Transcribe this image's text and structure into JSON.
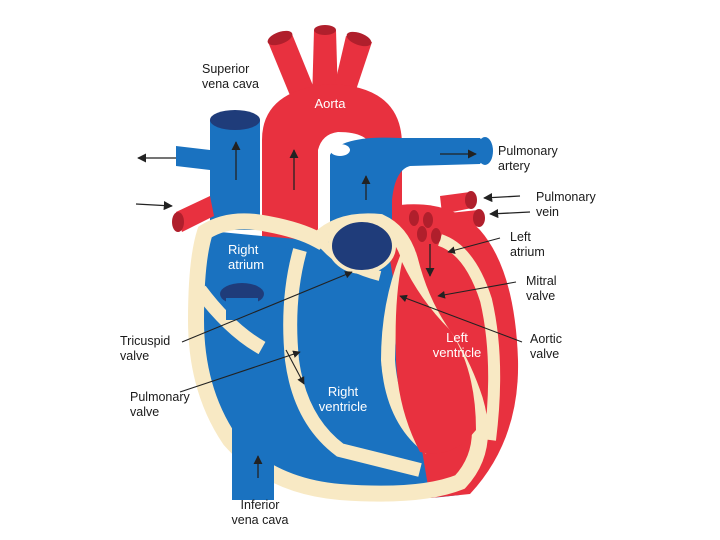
{
  "colors": {
    "oxygenated": "#e8313f",
    "deoxygenated": "#1a72c0",
    "dark_blue": "#1f3c7a",
    "wall": "#f8e9c4",
    "wall_outline": "#0d4f93",
    "arrow": "#222222"
  },
  "labels": {
    "superior_vena_cava": "Superior\nvena cava",
    "aorta": "Aorta",
    "pulmonary_artery": "Pulmonary\nartery",
    "pulmonary_vein": "Pulmonary\nvein",
    "left_atrium": "Left\natrium",
    "mitral_valve": "Mitral\nvalve",
    "aortic_valve": "Aortic\nvalve",
    "left_ventricle": "Left\nventricle",
    "right_atrium": "Right\natrium",
    "tricuspid_valve": "Tricuspid\nvalve",
    "pulmonary_valve": "Pulmonary\nvalve",
    "right_ventricle": "Right\nventricle",
    "inferior_vena_cava": "Inferior\nvena cava"
  }
}
